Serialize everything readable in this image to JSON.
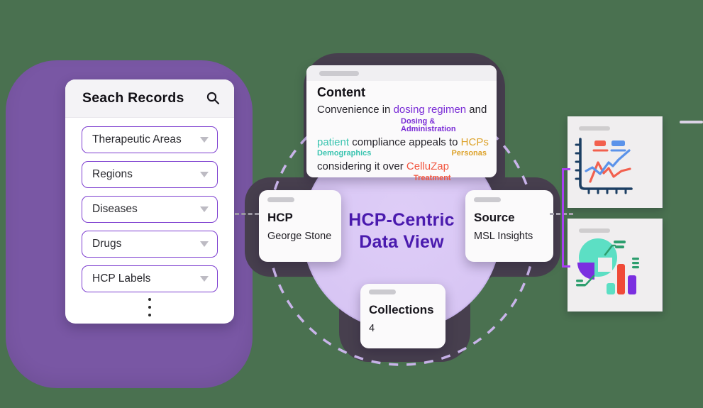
{
  "left_panel": {
    "title": "Seach Records",
    "dropdowns": [
      "Therapeutic Areas",
      "Regions",
      "Diseases",
      "Drugs",
      "HCP Labels"
    ]
  },
  "center": {
    "title_line1": "HCP-Centric",
    "title_line2": "Data View",
    "content_card": {
      "title": "Content",
      "lines": [
        {
          "segments": [
            "Convenience in ",
            "dosing regimen",
            " and"
          ],
          "sublabel": "Dosing & Administration"
        },
        {
          "segments": [
            "patient",
            " compliance appeals to ",
            "HCPs"
          ],
          "sublabels": [
            "Demographics",
            "Personas"
          ]
        },
        {
          "segments": [
            "considering it over ",
            "CelluZap"
          ],
          "sublabel": "Treatment"
        }
      ]
    },
    "hcp_card": {
      "title": "HCP",
      "value": "George Stone"
    },
    "source_card": {
      "title": "Source",
      "value": "MSL Insights"
    },
    "collections_card": {
      "title": "Collections",
      "value": "4"
    }
  },
  "right_panel": {
    "charts": [
      {
        "type": "line",
        "series_colors": [
          "#F2604E",
          "#5B93EA"
        ]
      },
      {
        "type": "pie-and-bars",
        "colors": [
          "#5CDFC4",
          "#F04A38",
          "#7B2FE0"
        ]
      }
    ]
  },
  "colors": {
    "background_green": "#4A7150",
    "panel_purple": "#7957A4",
    "dark_blob": "#473F4E",
    "circle_lavender": "#D8C6F4",
    "circle_dash": "#C9B4EA",
    "accent_purple_deep": "#4A1AAE",
    "accent_purple": "#7A2CD6",
    "accent_teal": "#3AC4B0",
    "accent_gold": "#DDA32C",
    "accent_red": "#F2553F",
    "dropdown_border": "#7E3FD0",
    "bracket_purple": "#A93FF2",
    "chart_navy": "#1C3F63",
    "chart_red": "#F2604E",
    "chart_blue": "#5B93EA",
    "chart_teal": "#5CDFC4",
    "chart_violet": "#7B2FE0",
    "chart_green": "#2D9E6E"
  }
}
